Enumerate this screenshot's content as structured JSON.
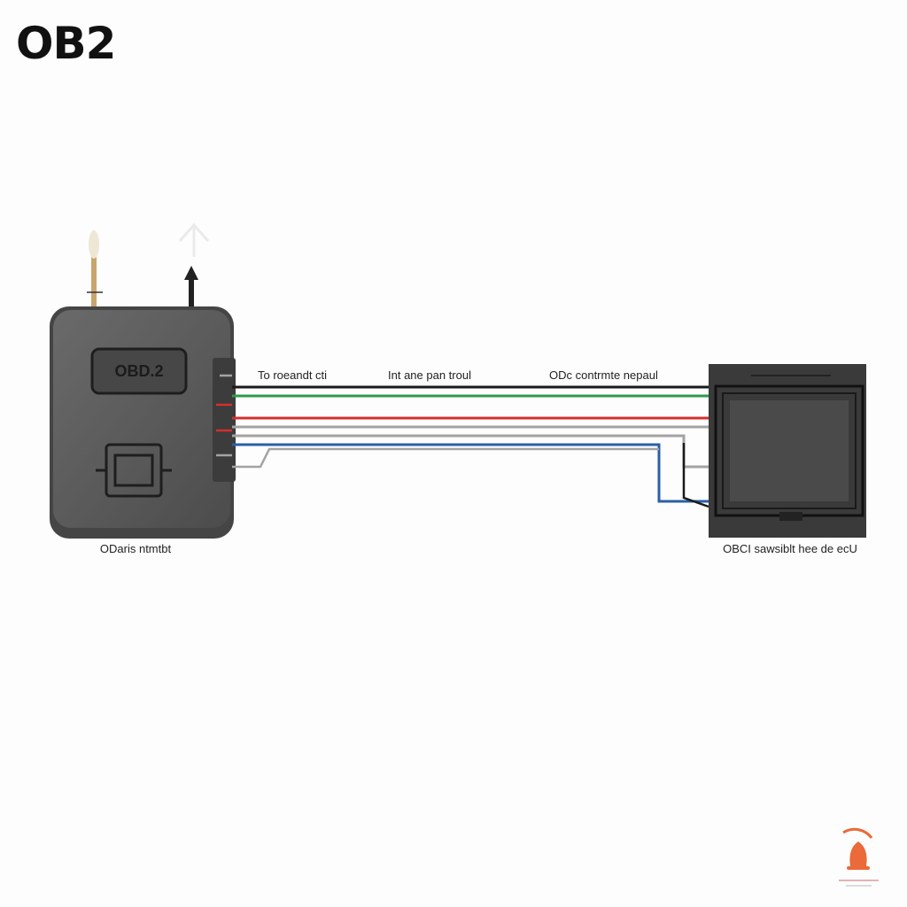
{
  "title": "OB2",
  "connector": {
    "badge": "OBD.2",
    "caption": "ODaris ntmtbt"
  },
  "ecu": {
    "caption": "OBCI sawsiblt hee de ecU"
  },
  "wire_labels": [
    "To roeandt cti",
    "Int ane pan troul",
    "ODc contrmte nepaul"
  ],
  "wires": [
    {
      "color": "#1a1a1a"
    },
    {
      "color": "#2e9a4a"
    },
    {
      "color": "#d32f2f"
    },
    {
      "color": "#a3a3a3"
    },
    {
      "color": "#a3a3a3"
    },
    {
      "color": "#2a5fa8"
    }
  ],
  "colors": {
    "connector_body": "#5c5c5c",
    "ecu_body": "#3f3f3f",
    "logo_accent": "#ea6a3a"
  },
  "icons": [
    "antenna-icon",
    "arrow-up-icon",
    "chip-icon",
    "logo-icon"
  ]
}
